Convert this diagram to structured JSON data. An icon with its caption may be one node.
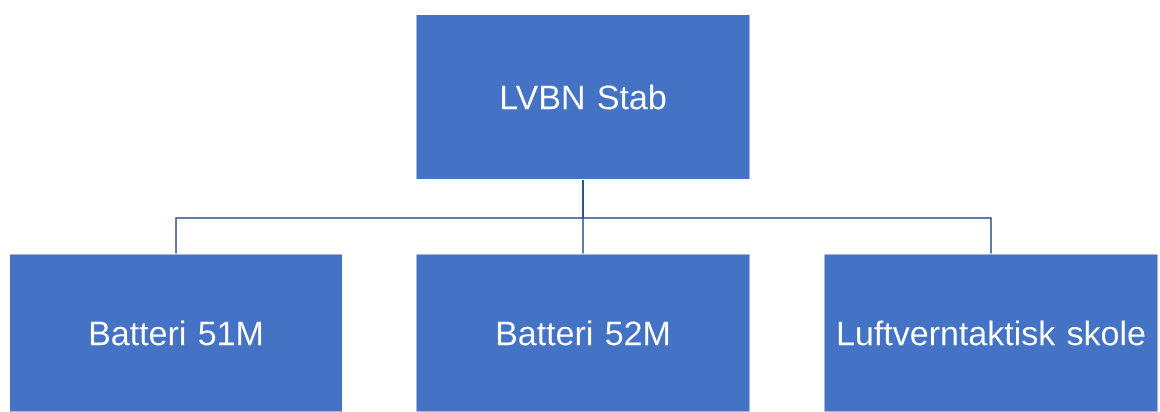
{
  "diagram": {
    "nodes": [
      {
        "text": [
          "LVBN Stab"
        ]
      },
      {
        "text": [
          "Batteri 51M"
        ]
      },
      {
        "text": [
          "Batteri 52M"
        ]
      },
      {
        "text": [
          "Luftverntaktisk skole"
        ]
      }
    ],
    "edges": [
      {
        "from": 0,
        "to": 1,
        "arrow": "none"
      },
      {
        "from": 0,
        "to": 2,
        "arrow": "none"
      },
      {
        "from": 0,
        "to": 3,
        "arrow": "none"
      }
    ]
  }
}
